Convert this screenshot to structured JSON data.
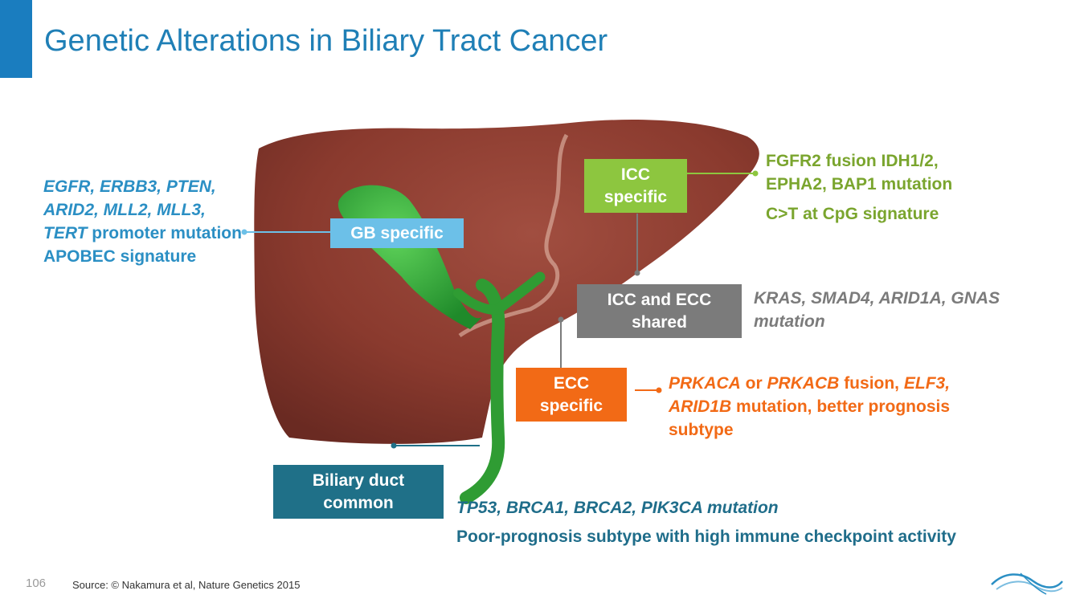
{
  "title": "Genetic Alterations in Biliary Tract Cancer",
  "boxes": {
    "icc_line1": "ICC",
    "icc_line2": "specific",
    "gb": "GB specific",
    "shared_line1": "ICC and ECC",
    "shared_line2": "shared",
    "ecc_line1": "ECC",
    "ecc_line2": "specific",
    "bd_line1": "Biliary duct",
    "bd_line2": "common"
  },
  "gb_text": {
    "genes": "EGFR, ERBB3, PTEN, ARID2, MLL2, MLL3, TERT",
    "rest": " promoter mutation APOBEC signature"
  },
  "icc_text": {
    "line1": "FGFR2 fusion IDH1/2,",
    "line2": "EPHA2, BAP1 mutation",
    "line3": "C>T at CpG signature"
  },
  "shared_text": {
    "line1": "KRAS, SMAD4, ARID1A, GNAS",
    "line2": "mutation"
  },
  "ecc_text": {
    "g1": "PRKACA",
    "t1": " or ",
    "g2": "PRKACB",
    "t2": " fusion, ",
    "g3": "ELF3, ARID1B",
    "t3": " mutation, better prognosis subtype"
  },
  "common_text": {
    "line1": "TP53, BRCA1, BRCA2, PIK3CA mutation",
    "line2": "Poor-prognosis subtype with high immune checkpoint activity"
  },
  "footer": {
    "page_number": "106",
    "source": "Source: © Nakamura et al, Nature Genetics 2015"
  },
  "colors": {
    "title": "#1f7fb6",
    "gb": "#6cc0e8",
    "icc": "#8dc63f",
    "shared": "#7b7b7b",
    "ecc": "#f26a16",
    "biliary": "#1f7088"
  }
}
